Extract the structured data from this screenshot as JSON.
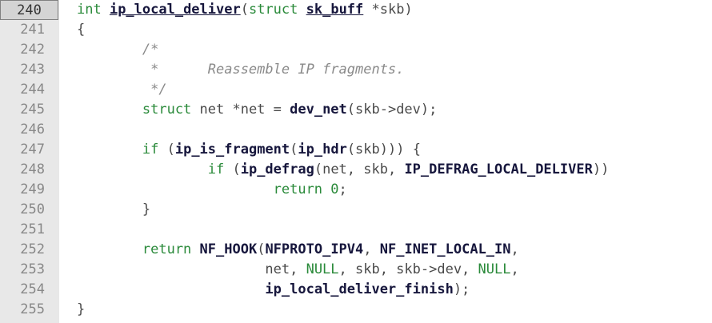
{
  "current_line": "240",
  "lines": [
    {
      "no": "240",
      "tokens": [
        {
          "t": "int ",
          "c": "kw"
        },
        {
          "t": "ip_local_deliver",
          "c": "fnu"
        },
        {
          "t": "(",
          "c": "punc"
        },
        {
          "t": "struct ",
          "c": "kw"
        },
        {
          "t": "sk_buff",
          "c": "fnu"
        },
        {
          "t": " *skb)",
          "c": "tx"
        }
      ]
    },
    {
      "no": "241",
      "tokens": [
        {
          "t": "{",
          "c": "punc"
        }
      ]
    },
    {
      "no": "242",
      "tokens": [
        {
          "t": "        /*",
          "c": "cm"
        }
      ]
    },
    {
      "no": "243",
      "tokens": [
        {
          "t": "         *      Reassemble IP fragments.",
          "c": "cm"
        }
      ]
    },
    {
      "no": "244",
      "tokens": [
        {
          "t": "         */",
          "c": "cm"
        }
      ]
    },
    {
      "no": "245",
      "tokens": [
        {
          "t": "        struct ",
          "c": "kw"
        },
        {
          "t": "net *net = ",
          "c": "tx"
        },
        {
          "t": "dev_net",
          "c": "fn"
        },
        {
          "t": "(skb->dev);",
          "c": "tx"
        }
      ]
    },
    {
      "no": "246",
      "tokens": []
    },
    {
      "no": "247",
      "tokens": [
        {
          "t": "        if ",
          "c": "kw"
        },
        {
          "t": "(",
          "c": "punc"
        },
        {
          "t": "ip_is_fragment",
          "c": "fn"
        },
        {
          "t": "(",
          "c": "punc"
        },
        {
          "t": "ip_hdr",
          "c": "fn"
        },
        {
          "t": "(skb))) {",
          "c": "tx"
        }
      ]
    },
    {
      "no": "248",
      "tokens": [
        {
          "t": "                if ",
          "c": "kw"
        },
        {
          "t": "(",
          "c": "punc"
        },
        {
          "t": "ip_defrag",
          "c": "fn"
        },
        {
          "t": "(net, skb, ",
          "c": "tx"
        },
        {
          "t": "IP_DEFRAG_LOCAL_DELIVER",
          "c": "fn"
        },
        {
          "t": "))",
          "c": "tx"
        }
      ]
    },
    {
      "no": "249",
      "tokens": [
        {
          "t": "                        return ",
          "c": "kw"
        },
        {
          "t": "0",
          "c": "num"
        },
        {
          "t": ";",
          "c": "tx"
        }
      ]
    },
    {
      "no": "250",
      "tokens": [
        {
          "t": "        }",
          "c": "punc"
        }
      ]
    },
    {
      "no": "251",
      "tokens": []
    },
    {
      "no": "252",
      "tokens": [
        {
          "t": "        return ",
          "c": "kw"
        },
        {
          "t": "NF_HOOK",
          "c": "fn"
        },
        {
          "t": "(",
          "c": "punc"
        },
        {
          "t": "NFPROTO_IPV4",
          "c": "fn"
        },
        {
          "t": ", ",
          "c": "tx"
        },
        {
          "t": "NF_INET_LOCAL_IN",
          "c": "fn"
        },
        {
          "t": ",",
          "c": "tx"
        }
      ]
    },
    {
      "no": "253",
      "tokens": [
        {
          "t": "                       net, ",
          "c": "tx"
        },
        {
          "t": "NULL",
          "c": "kw"
        },
        {
          "t": ", skb, skb->dev, ",
          "c": "tx"
        },
        {
          "t": "NULL",
          "c": "kw"
        },
        {
          "t": ",",
          "c": "tx"
        }
      ]
    },
    {
      "no": "254",
      "tokens": [
        {
          "t": "                       ",
          "c": "tx"
        },
        {
          "t": "ip_local_deliver_finish",
          "c": "fn"
        },
        {
          "t": ");",
          "c": "tx"
        }
      ]
    },
    {
      "no": "255",
      "tokens": [
        {
          "t": "}",
          "c": "punc"
        }
      ]
    }
  ]
}
